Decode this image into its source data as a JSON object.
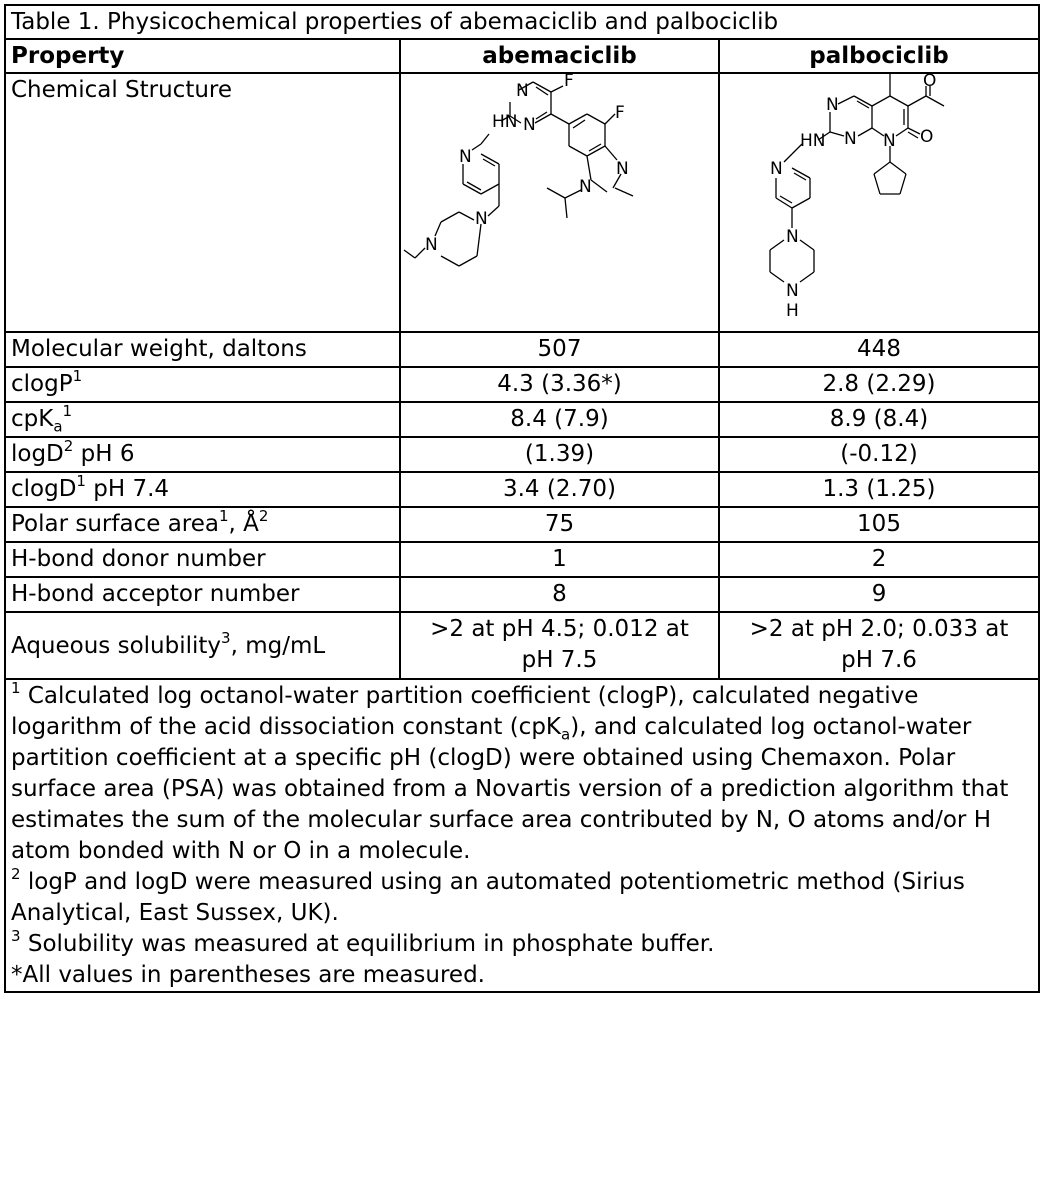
{
  "table": {
    "caption": "Table 1. Physicochemical properties of abemaciclib and palbociclib",
    "headers": [
      "Property",
      "abemaciclib",
      "palbociclib"
    ],
    "structure_row_label": "Chemical Structure",
    "structure_atoms": {
      "abemaciclib": [
        "N",
        "F",
        "HN",
        "N",
        "F",
        "N",
        "N",
        "N",
        "N",
        "N"
      ],
      "palbociclib": [
        "O",
        "N",
        "HN",
        "N",
        "N",
        "O",
        "N",
        "N",
        "N",
        "H"
      ]
    },
    "rows": [
      {
        "label": "Molecular weight, daltons",
        "abemaciclib": "507",
        "palbociclib": "448"
      },
      {
        "label": "clogP",
        "label_sup": "1",
        "abemaciclib": "4.3 (3.36*)",
        "palbociclib": "2.8 (2.29)"
      },
      {
        "label_pre": "cpK",
        "label_sub": "a",
        "label_sup": "1",
        "abemaciclib": "8.4 (7.9)",
        "palbociclib": "8.9 (8.4)"
      },
      {
        "label_pre": "logD",
        "label_sup": "2",
        "label_post": " pH 6",
        "abemaciclib": "(1.39)",
        "palbociclib": "(-0.12)"
      },
      {
        "label_pre": "clogD",
        "label_sup": "1",
        "label_post": " pH 7.4",
        "abemaciclib": "3.4 (2.70)",
        "palbociclib": "1.3 (1.25)"
      },
      {
        "label_pre": "Polar surface area",
        "label_sup": "1",
        "label_mid": ", Å",
        "label_sup2": "2",
        "abemaciclib": "75",
        "palbociclib": "105"
      },
      {
        "label": "H-bond donor number",
        "abemaciclib": "1",
        "palbociclib": "2"
      },
      {
        "label": "H-bond acceptor number",
        "abemaciclib": "8",
        "palbociclib": "9"
      }
    ],
    "solubility": {
      "label_pre": "Aqueous solubility",
      "label_sup": "3",
      "label_post": ", mg/mL",
      "abemaciclib_1": ">2 at pH 4.5; 0.012 at",
      "abemaciclib_2": "pH 7.5",
      "palbociclib_1": ">2 at pH 2.0; 0.033 at",
      "palbociclib_2": "pH 7.6"
    }
  },
  "footnotes": {
    "f1_sup": "1",
    "f1_a": " Calculated log octanol-water partition coefficient (clogP), calculated negative logarithm of the acid dissociation constant (cpK",
    "f1_sub": "a",
    "f1_b": "), and calculated log octanol-water partition coefficient at a specific pH (clogD) were obtained using Chemaxon. Polar surface area (PSA) was obtained from a Novartis version of a prediction algorithm that estimates the sum of the molecular surface area contributed by N, O atoms and/or H atom bonded with N or O in a molecule.",
    "f2_sup": "2",
    "f2": " logP and logD were measured using an automated potentiometric method (Sirius Analytical, East Sussex, UK).",
    "f3_sup": "3",
    "f3": " Solubility was measured at equilibrium in phosphate buffer.",
    "f4": "*All values in parentheses are measured."
  }
}
